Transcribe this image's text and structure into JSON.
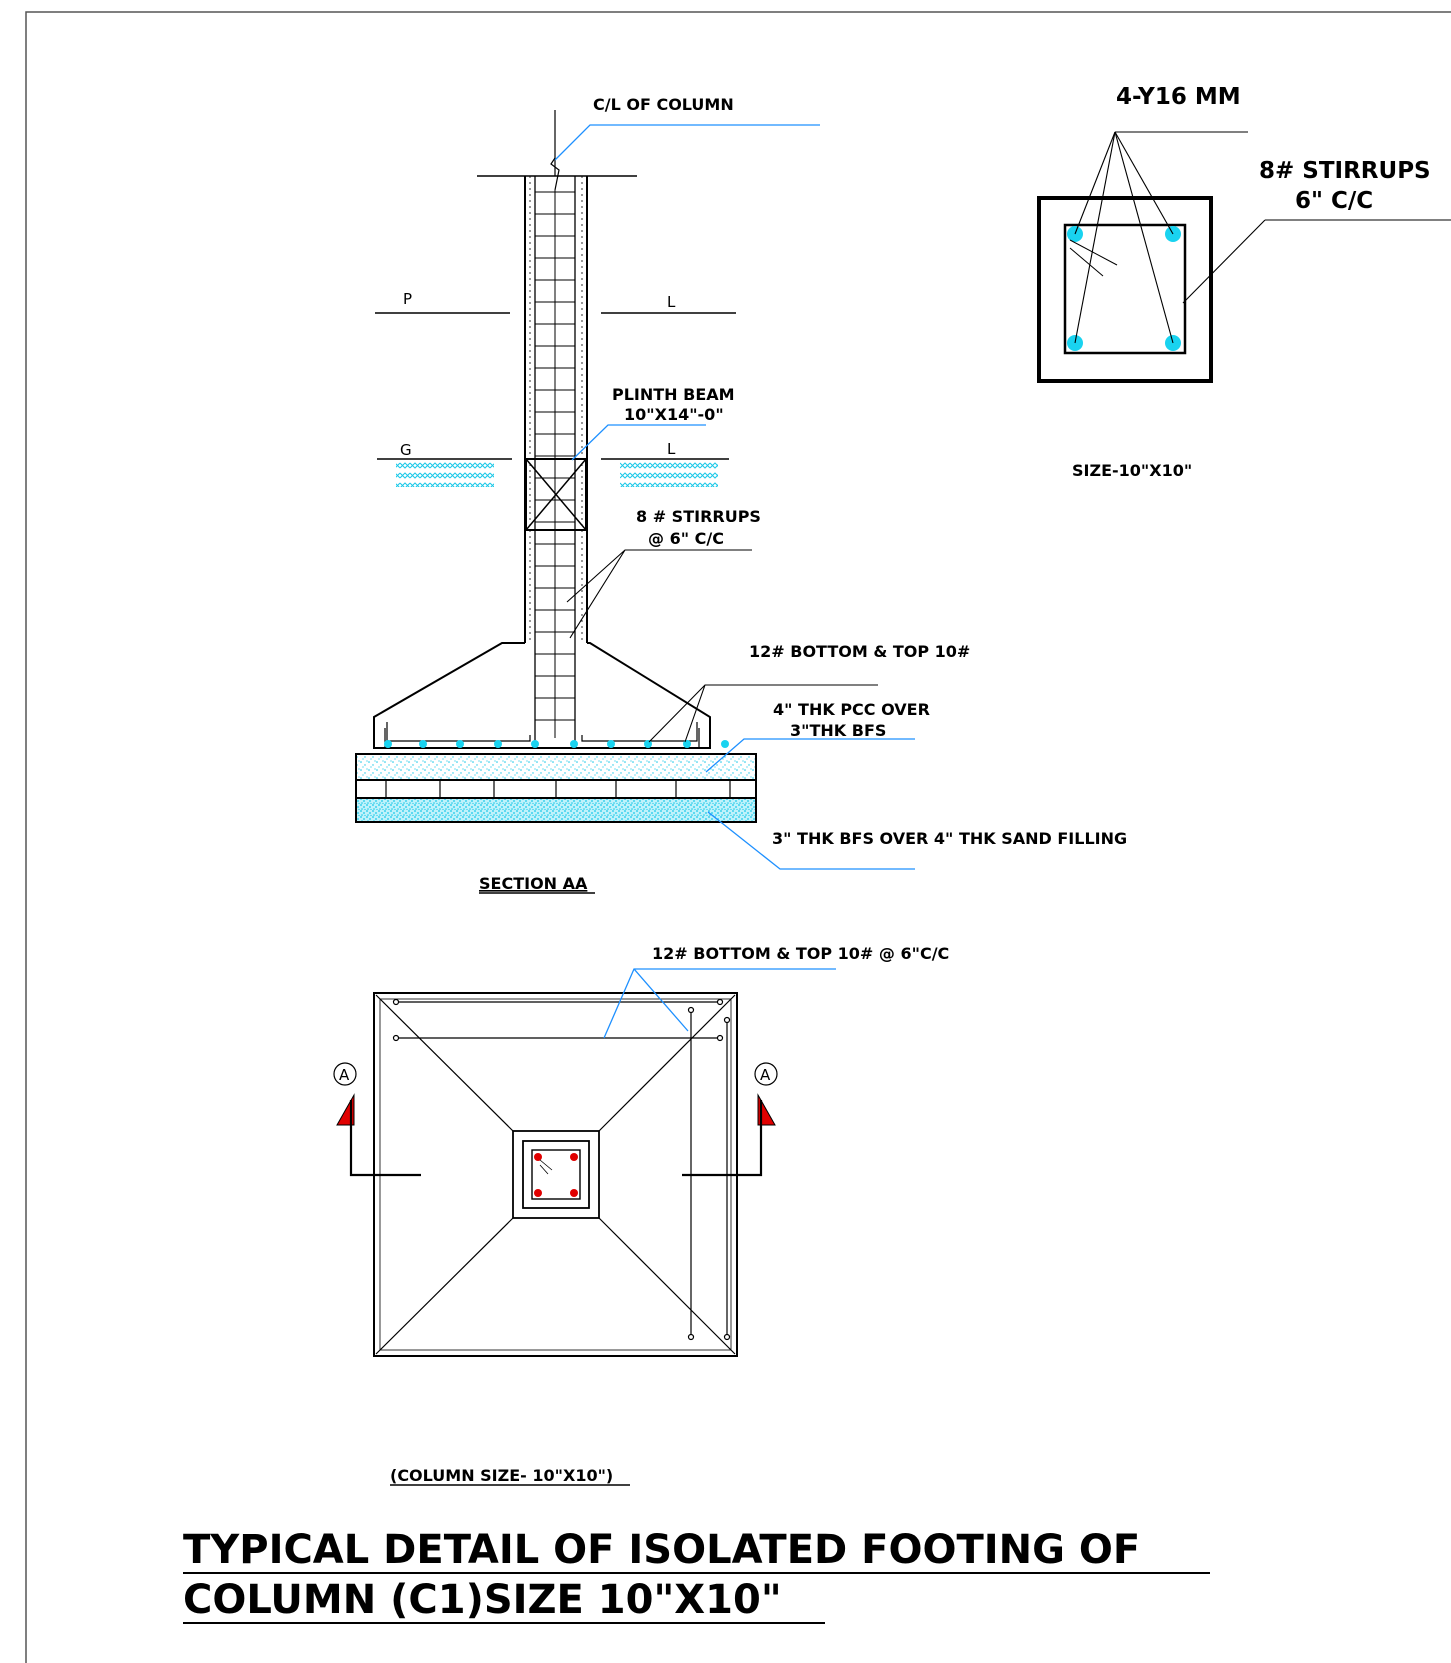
{
  "labels": {
    "cl_column": "C/L OF COLUMN",
    "p": "P",
    "l1": "L",
    "g": "G",
    "l2": "L",
    "plinth_beam_1": "PLINTH BEAM",
    "plinth_beam_2": "10\"X14\"-0\"",
    "stirrups_1": "8 # STIRRUPS",
    "stirrups_2": "@ 6\" C/C",
    "bottom_top": "12# BOTTOM & TOP 10#",
    "pcc_1": "4\" THK PCC OVER",
    "pcc_2": "3\"THK BFS",
    "bfs_sand": "3\" THK BFS OVER 4\" THK SAND FILLING",
    "section_aa": "SECTION AA",
    "bars_4y16": "4-Y16 MM",
    "stirrups_sec_1": "8# STIRRUPS",
    "stirrups_sec_2": "6\" C/C",
    "size_col": "SIZE-10\"X10\"",
    "plan_bars": "12# BOTTOM & TOP 10# @ 6\"C/C",
    "section_mark_left": "A",
    "section_mark_right": "A",
    "column_size": "(COLUMN SIZE- 10\"X10\")",
    "title_1": "TYPICAL DETAIL OF ISOLATED FOOTING OF",
    "title_2": "COLUMN (C1)SIZE 10\"X10\""
  },
  "colors": {
    "line": "#000000",
    "leader": "#1e90ff",
    "rebar": "#19d3f0",
    "hatch": "#19c8e8",
    "plan_rebar": "#e00000",
    "section_arrow": "#e00000"
  }
}
